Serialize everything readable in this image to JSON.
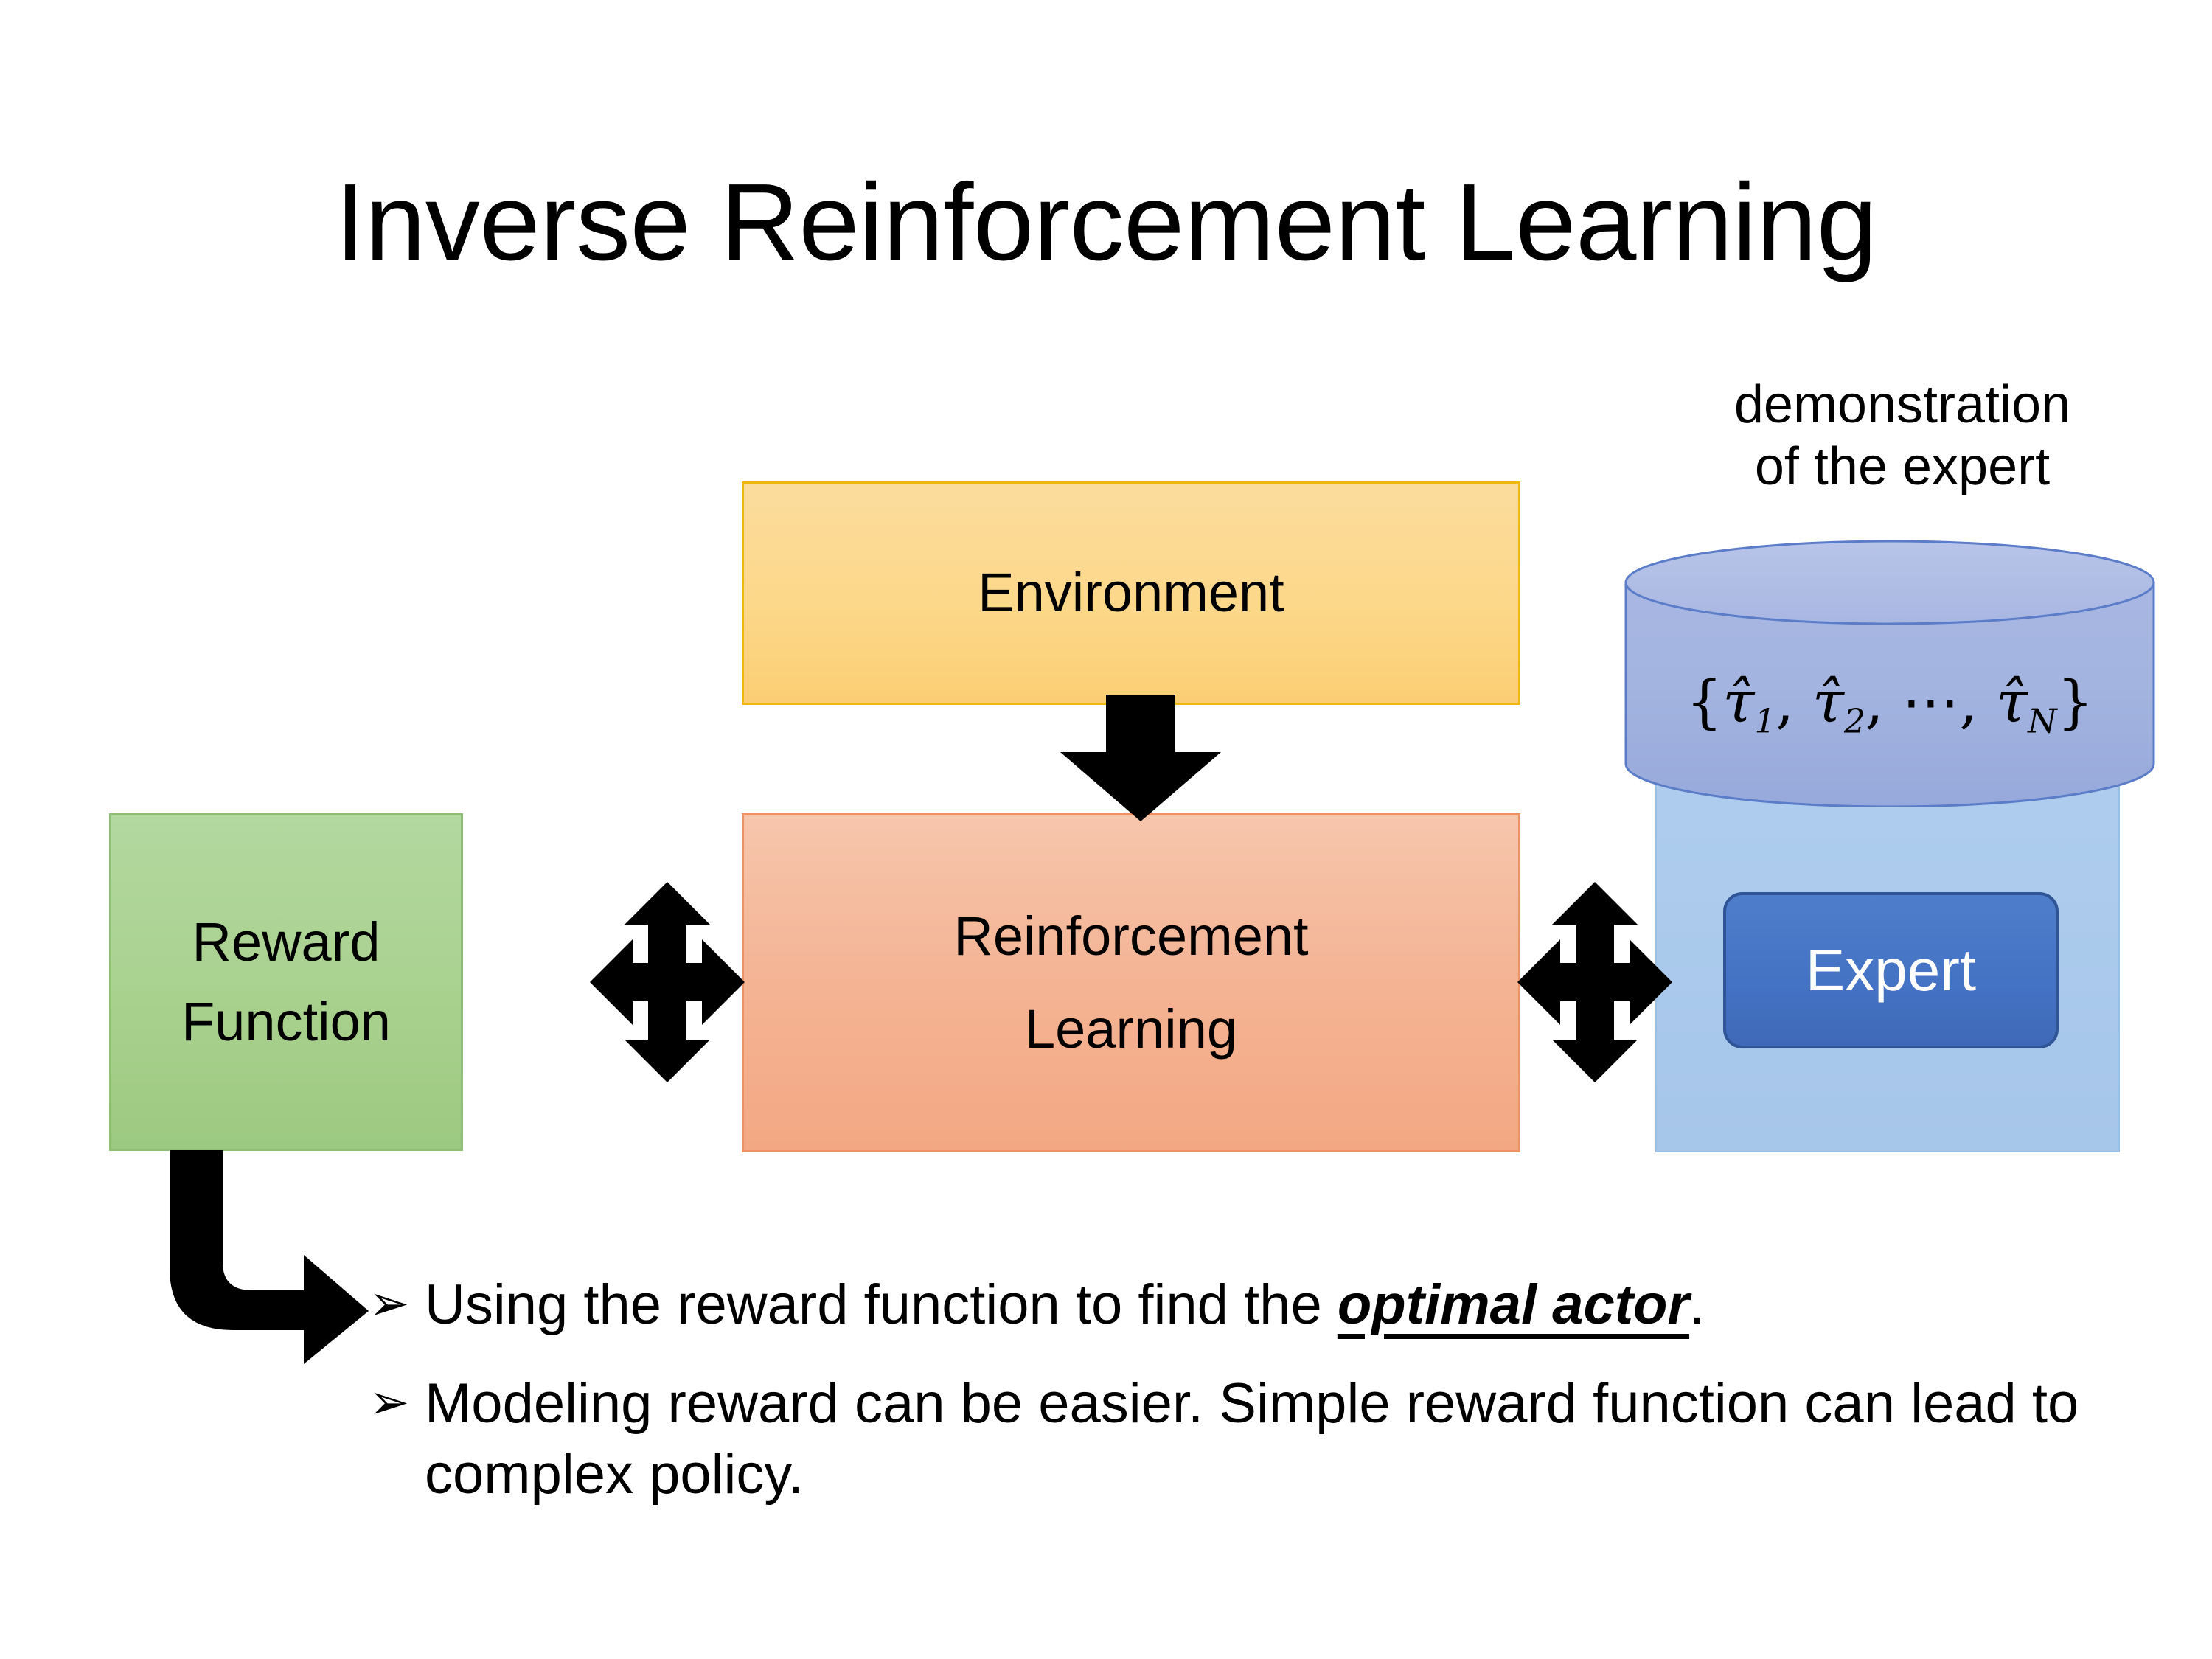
{
  "slide": {
    "title": "Inverse Reinforcement Learning"
  },
  "diagram": {
    "environment": {
      "label": "Environment",
      "fill": "#FCD88A",
      "border": "#EFB810"
    },
    "reward_function": {
      "line1": "Reward",
      "line2": "Function",
      "fill": "#A9D18E",
      "border": "#8FBE76"
    },
    "reinforcement_learning": {
      "line1": "Reinforcement",
      "line2": "Learning",
      "fill": "#F4B596",
      "border": "#ED9264"
    },
    "demonstration_caption": {
      "line1": "demonstration",
      "line2": "of the expert"
    },
    "trajectory_set": {
      "open_brace": "{",
      "tau1": "τ̂1",
      "tau2": "τ̂2",
      "ellipsis": "⋯",
      "tauN": "τ̂N",
      "close_brace": "}",
      "full": "{τ̂1, τ̂2, ⋯, τ̂N}",
      "fill": "#A3B4E0"
    },
    "expert": {
      "label": "Expert",
      "fill": "#4472C4",
      "border": "#2F5597",
      "text_color": "#FFFFFF"
    },
    "expert_panel": {
      "fill": "#ADCBEB"
    },
    "arrows": {
      "env_to_rl": "down-arrow-icon",
      "reward_rl": "four-way-arrow-icon",
      "rl_expert": "four-way-arrow-icon",
      "reward_to_bullets": "elbow-arrow-icon",
      "color": "#000000"
    }
  },
  "bullets": [
    {
      "marker": "➢",
      "pre": "Using the reward function to find the ",
      "emph": "optimal actor",
      "post": "."
    },
    {
      "marker": "➢",
      "pre": "Modeling reward can be easier. Simple reward function can lead to complex policy.",
      "emph": "",
      "post": ""
    }
  ]
}
